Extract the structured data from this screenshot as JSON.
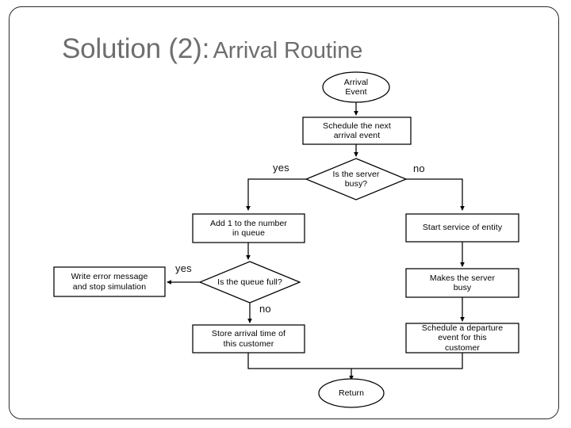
{
  "slide": {
    "title_main": "Solution (2):",
    "title_sub": "Arrival Routine",
    "title_color": "#6e6e6e",
    "background_color": "#ffffff",
    "border_color": "#2b2b2b"
  },
  "flowchart": {
    "line_color": "#000000",
    "shape_fill": "#ffffff",
    "shape_stroke": "#000000",
    "nodes": {
      "start": {
        "label": "Arrival\nEvent",
        "shape": "oval"
      },
      "schedule_next": {
        "label": "Schedule the next\narrival event",
        "shape": "rect"
      },
      "server_busy": {
        "label": "Is the server\nbusy?",
        "shape": "diamond"
      },
      "add_queue": {
        "label": "Add 1 to the number\nin queue",
        "shape": "rect"
      },
      "queue_full": {
        "label": "Is the queue full?",
        "shape": "diamond"
      },
      "write_error": {
        "label": "Write error message\nand stop simulation",
        "shape": "rect"
      },
      "store_arrival": {
        "label": "Store arrival time of\nthis customer",
        "shape": "rect"
      },
      "start_service": {
        "label": "Start service of entity",
        "shape": "rect"
      },
      "make_busy": {
        "label": "Makes the server\nbusy",
        "shape": "rect"
      },
      "schedule_departure": {
        "label": "Schedule a departure\nevent for this\ncustomer",
        "shape": "rect"
      },
      "return": {
        "label": "Return",
        "shape": "oval"
      }
    },
    "edge_labels": {
      "busy_yes": "yes",
      "busy_no": "no",
      "full_yes": "yes",
      "full_no": "no"
    }
  }
}
